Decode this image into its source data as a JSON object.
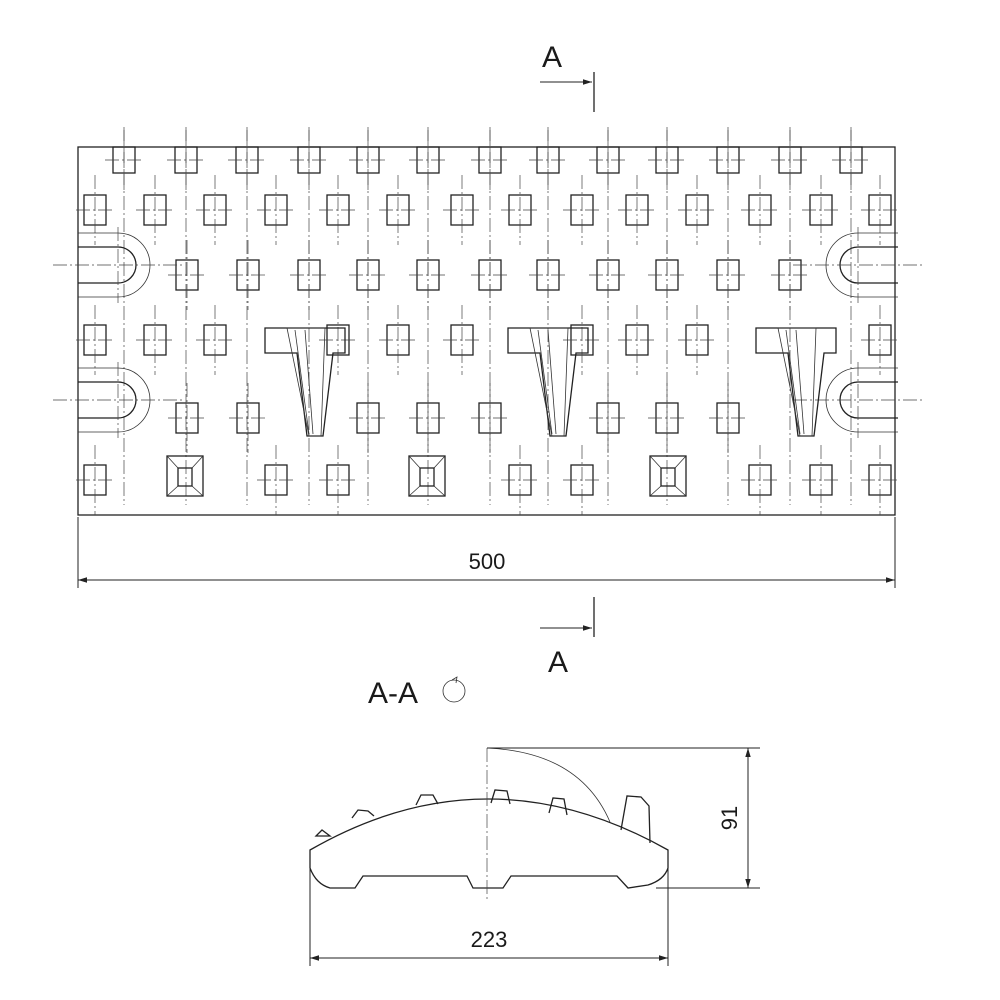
{
  "section_marker_top": "A",
  "section_marker_bottom": "A",
  "section_title": "A-A",
  "width_dimension": "500",
  "section_width_dimension": "223",
  "section_height_dimension": "91"
}
